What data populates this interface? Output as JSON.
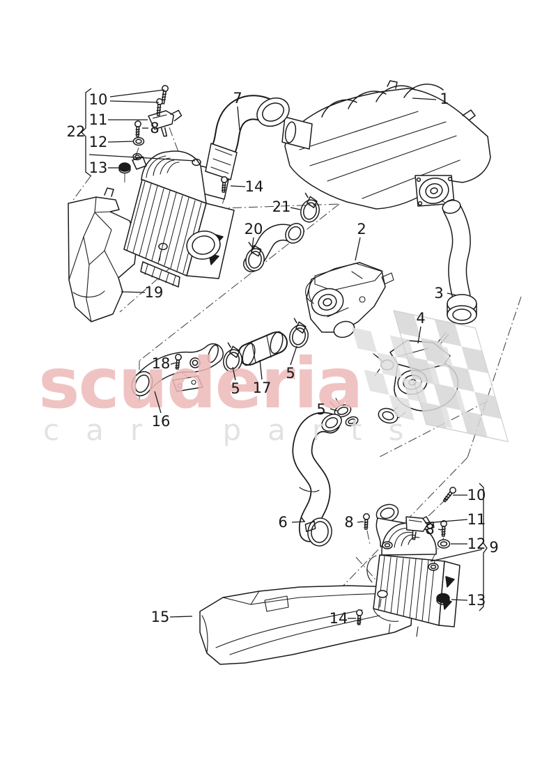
{
  "diagram": {
    "type": "exploded-parts-diagram",
    "subject": "engine air intake / intercooler / turbocharger assembly",
    "colors": {
      "line": "#1a1a1a",
      "watermark_brand": "#eeb9b9",
      "watermark_tagline": "#dedede",
      "flag_check": "#d9d9d9"
    }
  },
  "watermark": {
    "brand": "scuderia",
    "tagline": "car parts"
  },
  "callouts": [
    {
      "label": "10"
    },
    {
      "label": "11"
    },
    {
      "label": "8"
    },
    {
      "label": "12"
    },
    {
      "label": "13"
    },
    {
      "label": "22"
    },
    {
      "label": "7"
    },
    {
      "label": "1"
    },
    {
      "label": "14"
    },
    {
      "label": "21"
    },
    {
      "label": "20"
    },
    {
      "label": "2"
    },
    {
      "label": "19"
    },
    {
      "label": "3"
    },
    {
      "label": "4"
    },
    {
      "label": "18"
    },
    {
      "label": "5"
    },
    {
      "label": "17"
    },
    {
      "label": "5"
    },
    {
      "label": "16"
    },
    {
      "label": "5"
    },
    {
      "label": "6"
    },
    {
      "label": "8"
    },
    {
      "label": "10"
    },
    {
      "label": "11"
    },
    {
      "label": "8"
    },
    {
      "label": "12"
    },
    {
      "label": "9"
    },
    {
      "label": "13"
    },
    {
      "label": "15"
    },
    {
      "label": "14"
    }
  ]
}
